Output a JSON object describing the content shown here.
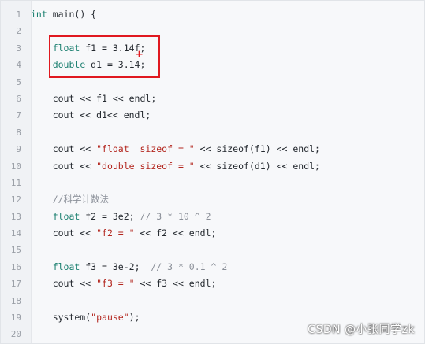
{
  "editor": {
    "lines": [
      {
        "n": "1",
        "text": "int main() {"
      },
      {
        "n": "2",
        "text": ""
      },
      {
        "n": "3",
        "text": "    float f1 = 3.14f;"
      },
      {
        "n": "4",
        "text": "    double d1 = 3.14;"
      },
      {
        "n": "5",
        "text": ""
      },
      {
        "n": "6",
        "text": "    cout << f1 << endl;"
      },
      {
        "n": "7",
        "text": "    cout << d1<< endl;"
      },
      {
        "n": "8",
        "text": ""
      },
      {
        "n": "9",
        "text": "    cout << \"float  sizeof = \" << sizeof(f1) << endl;"
      },
      {
        "n": "10",
        "text": "    cout << \"double sizeof = \" << sizeof(d1) << endl;"
      },
      {
        "n": "11",
        "text": ""
      },
      {
        "n": "12",
        "text": "    //科学计数法"
      },
      {
        "n": "13",
        "text": "    float f2 = 3e2; // 3 * 10 ^ 2"
      },
      {
        "n": "14",
        "text": "    cout << \"f2 = \" << f2 << endl;"
      },
      {
        "n": "15",
        "text": ""
      },
      {
        "n": "16",
        "text": "    float f3 = 3e-2;  // 3 * 0.1 ^ 2"
      },
      {
        "n": "17",
        "text": "    cout << \"f3 = \" << f3 << endl;"
      },
      {
        "n": "18",
        "text": ""
      },
      {
        "n": "19",
        "text": "    system(\"pause\");"
      },
      {
        "n": "20",
        "text": ""
      }
    ]
  },
  "annotation": {
    "cursor_symbol": "+",
    "highlight_color": "#e0181f"
  },
  "watermark": {
    "text": "CSDN @小张同学zk"
  }
}
